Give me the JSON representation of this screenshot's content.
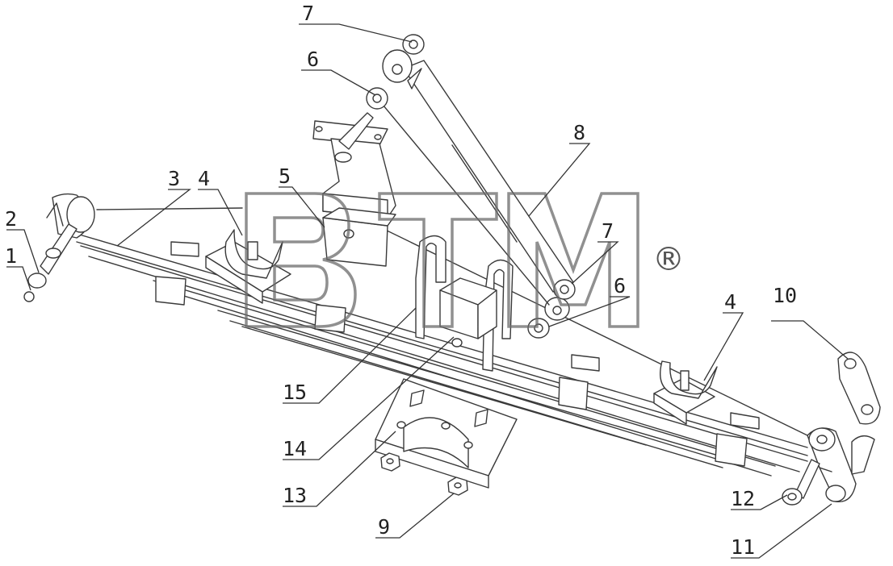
{
  "diagram": {
    "callouts": [
      {
        "id": "c1",
        "label": "1"
      },
      {
        "id": "c2",
        "label": "2"
      },
      {
        "id": "c3",
        "label": "3"
      },
      {
        "id": "c4a",
        "label": "4"
      },
      {
        "id": "c4b",
        "label": "4"
      },
      {
        "id": "c5",
        "label": "5"
      },
      {
        "id": "c6a",
        "label": "6"
      },
      {
        "id": "c6b",
        "label": "6"
      },
      {
        "id": "c7a",
        "label": "7"
      },
      {
        "id": "c7b",
        "label": "7"
      },
      {
        "id": "c8",
        "label": "8"
      },
      {
        "id": "c9",
        "label": "9"
      },
      {
        "id": "c10",
        "label": "10"
      },
      {
        "id": "c11",
        "label": "11"
      },
      {
        "id": "c12",
        "label": "12"
      },
      {
        "id": "c13",
        "label": "13"
      },
      {
        "id": "c14",
        "label": "14"
      },
      {
        "id": "c15",
        "label": "15"
      }
    ],
    "watermark": {
      "text": "BTM",
      "registered": "®"
    }
  }
}
